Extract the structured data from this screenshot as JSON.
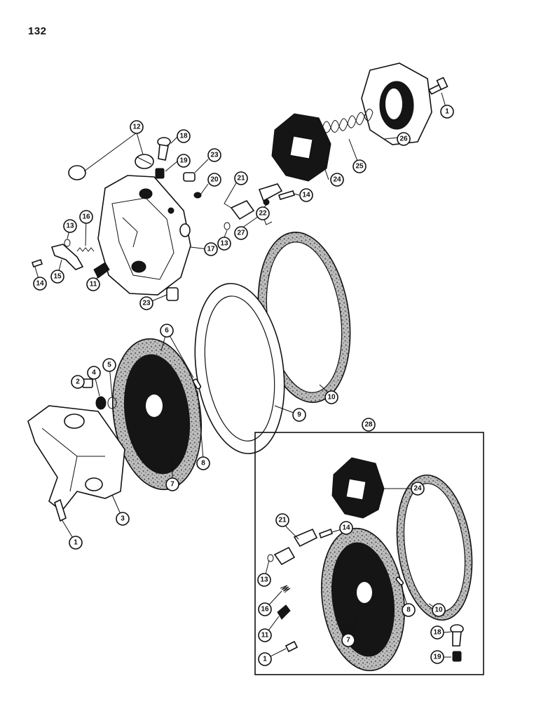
{
  "page_number": "132",
  "callouts": [
    {
      "id": "1",
      "label": "1"
    },
    {
      "id": "2",
      "label": "2"
    },
    {
      "id": "3",
      "label": "3"
    },
    {
      "id": "4",
      "label": "4"
    },
    {
      "id": "5",
      "label": "5"
    },
    {
      "id": "6",
      "label": "6"
    },
    {
      "id": "7",
      "label": "7"
    },
    {
      "id": "8",
      "label": "8"
    },
    {
      "id": "9",
      "label": "9"
    },
    {
      "id": "10",
      "label": "10"
    },
    {
      "id": "11",
      "label": "11"
    },
    {
      "id": "12",
      "label": "12"
    },
    {
      "id": "13",
      "label": "13"
    },
    {
      "id": "14",
      "label": "14"
    },
    {
      "id": "15",
      "label": "15"
    },
    {
      "id": "16",
      "label": "16"
    },
    {
      "id": "17",
      "label": "17"
    },
    {
      "id": "18",
      "label": "18"
    },
    {
      "id": "19",
      "label": "19"
    },
    {
      "id": "20",
      "label": "20"
    },
    {
      "id": "21",
      "label": "21"
    },
    {
      "id": "22",
      "label": "22"
    },
    {
      "id": "23",
      "label": "23"
    },
    {
      "id": "24",
      "label": "24"
    },
    {
      "id": "25",
      "label": "25"
    },
    {
      "id": "26",
      "label": "26"
    },
    {
      "id": "27",
      "label": "27"
    },
    {
      "id": "28",
      "label": "28"
    }
  ]
}
